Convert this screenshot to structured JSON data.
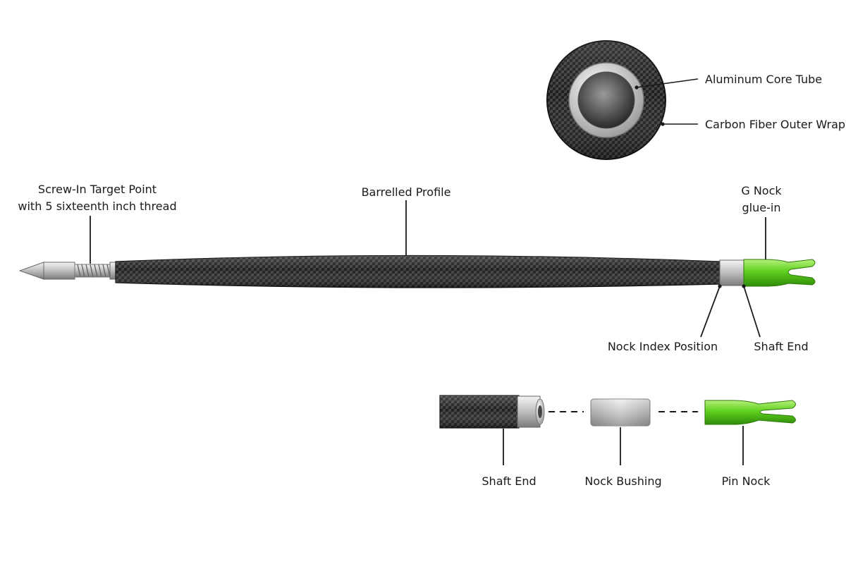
{
  "labels": {
    "core_tube": "Aluminum Core Tube",
    "outer_wrap": "Carbon Fiber Outer Wrap",
    "point_line1": "Screw-In Target Point",
    "point_line2": "with 5 sixteenth inch thread",
    "barrelled": "Barrelled Profile",
    "gnock_line1": "G Nock",
    "gnock_line2": "glue-in",
    "nock_index": "Nock Index Position",
    "shaft_end_main": "Shaft End",
    "shaft_end_exploded": "Shaft End",
    "bushing": "Nock Bushing",
    "pin_nock": "Pin Nock"
  },
  "colors": {
    "carbon_dark": "#1c1c1c",
    "carbon_light": "#4a4a4a",
    "aluminum": "#d9d9d9",
    "nock_green": "#5fd01e",
    "ink": "#1a1a1a"
  }
}
